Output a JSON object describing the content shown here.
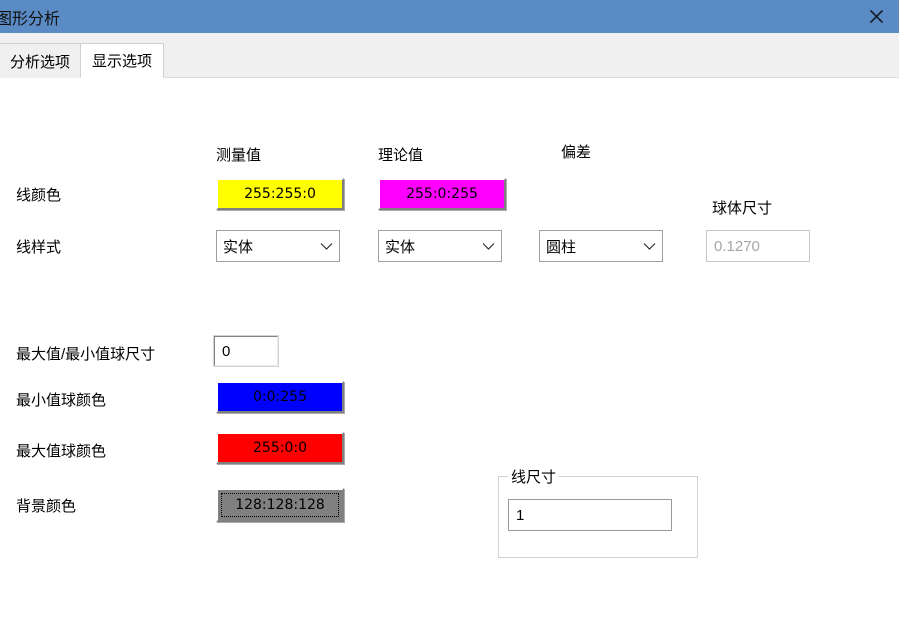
{
  "window": {
    "title": "图形分析",
    "close_icon": "close-icon",
    "titlebar_color": "#5b8bc4"
  },
  "tabs": [
    {
      "label": "分析选项",
      "active": false
    },
    {
      "label": "显示选项",
      "active": true
    }
  ],
  "columns": {
    "measured": "测量值",
    "theoretical": "理论值",
    "deviation": "偏差"
  },
  "rows": {
    "line_color_label": "线颜色",
    "line_style_label": "线样式",
    "sphere_size_label": "球体尺寸",
    "max_min_sphere_size_label": "最大值/最小值球尺寸",
    "min_sphere_color_label": "最小值球颜色",
    "max_sphere_color_label": "最大值球颜色",
    "background_color_label": "背景颜色"
  },
  "swatches": {
    "measured_line_color": {
      "text": "255:255:0",
      "color": "#ffff00",
      "fg": "#000000"
    },
    "theoretical_line_color": {
      "text": "255:0:255",
      "color": "#ff00ff",
      "fg": "#000000"
    },
    "min_sphere_color": {
      "text": "0:0:255",
      "color": "#0000ff",
      "fg": "#000000"
    },
    "max_sphere_color": {
      "text": "255:0:0",
      "color": "#ff0000",
      "fg": "#000000"
    },
    "background_color": {
      "text": "128:128:128",
      "color": "#808080",
      "fg": "#000000",
      "focused": true
    }
  },
  "selects": {
    "measured_line_style": {
      "value": "实体",
      "arrow": "chevron-down-icon"
    },
    "theoretical_line_style": {
      "value": "实体",
      "arrow": "chevron-down-icon"
    },
    "deviation_style": {
      "value": "圆柱",
      "arrow": "chevron-down-icon"
    }
  },
  "inputs": {
    "sphere_size": {
      "value": "0.1270",
      "disabled": true
    },
    "max_min_sphere_size": {
      "value": "0"
    },
    "line_size": {
      "value": "1"
    }
  },
  "groupbox": {
    "line_size_title": "线尺寸"
  }
}
